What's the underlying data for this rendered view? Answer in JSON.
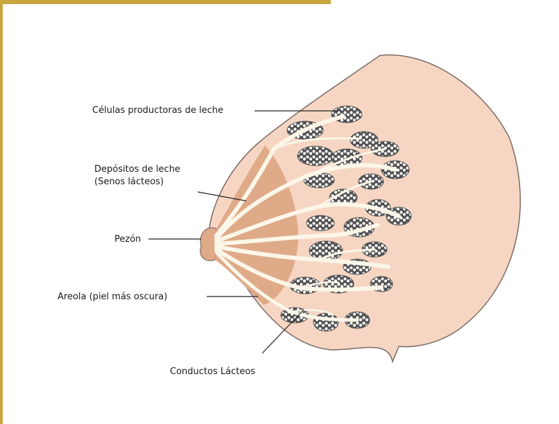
{
  "colors": {
    "frame": "#c9a640",
    "skin": "#f6d6c3",
    "skin_outline": "#7a6a63",
    "areola": "#dfaa88",
    "ducts": "#fbf6e8",
    "cells": "#505050",
    "leader": "#222222"
  },
  "labels": {
    "milk_cells": "Células productoras de leche",
    "milk_reservoirs": "Depósitos de leche\n(Senos lácteos)",
    "nipple": "Pezón",
    "areola": "Areola (piel más oscura)",
    "milk_ducts": "Conductos Lácteos"
  }
}
